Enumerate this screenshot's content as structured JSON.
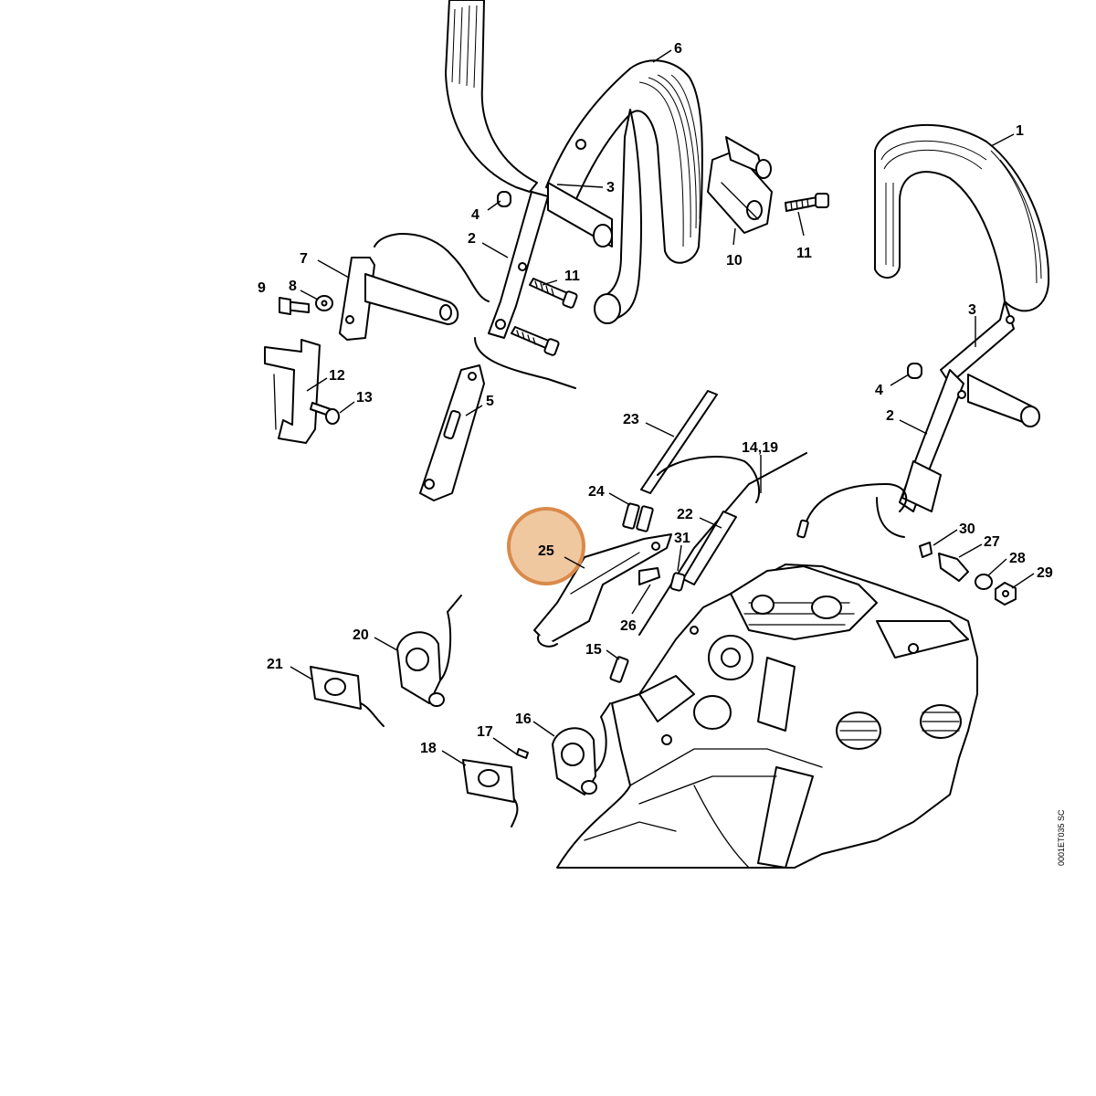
{
  "diagram": {
    "reference_code": "0001ET035 SC",
    "highlight": {
      "part": "25",
      "color": "#f0c8a0",
      "border": "#d98a4a"
    },
    "callouts": [
      "1",
      "2",
      "3",
      "4",
      "5",
      "6",
      "7",
      "8",
      "9",
      "10",
      "11",
      "12",
      "13",
      "14,19",
      "15",
      "16",
      "17",
      "18",
      "20",
      "21",
      "22",
      "23",
      "24",
      "25",
      "26",
      "27",
      "28",
      "29",
      "30",
      "31"
    ],
    "callouts_repeat": {
      "2b": "2",
      "3b": "3",
      "4b": "4",
      "11b": "11"
    }
  }
}
